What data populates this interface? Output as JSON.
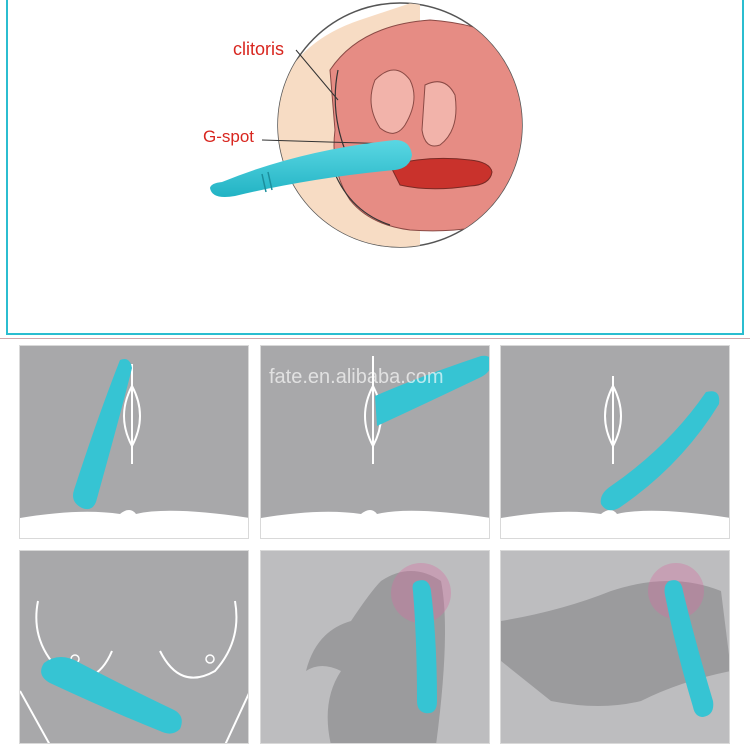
{
  "labels": {
    "clitoris": "clitoris",
    "g_spot": "G-spot"
  },
  "watermark": "fate.en.alibaba.com",
  "colors": {
    "frame": "#2bbdd0",
    "toy": "#36c4d3",
    "label": "#d8261f",
    "panel": "#a8a8aa",
    "anatomy_pink": "#e68c84",
    "skin": "#f7dcc4",
    "glow": "#d86aa0"
  },
  "panels": [
    {
      "scene": "front-vulva-vertical"
    },
    {
      "scene": "front-vulva-insert"
    },
    {
      "scene": "front-vulva-diagonal"
    },
    {
      "scene": "breasts"
    },
    {
      "scene": "side-profile-nipple"
    },
    {
      "scene": "reclined-nipple"
    }
  ]
}
